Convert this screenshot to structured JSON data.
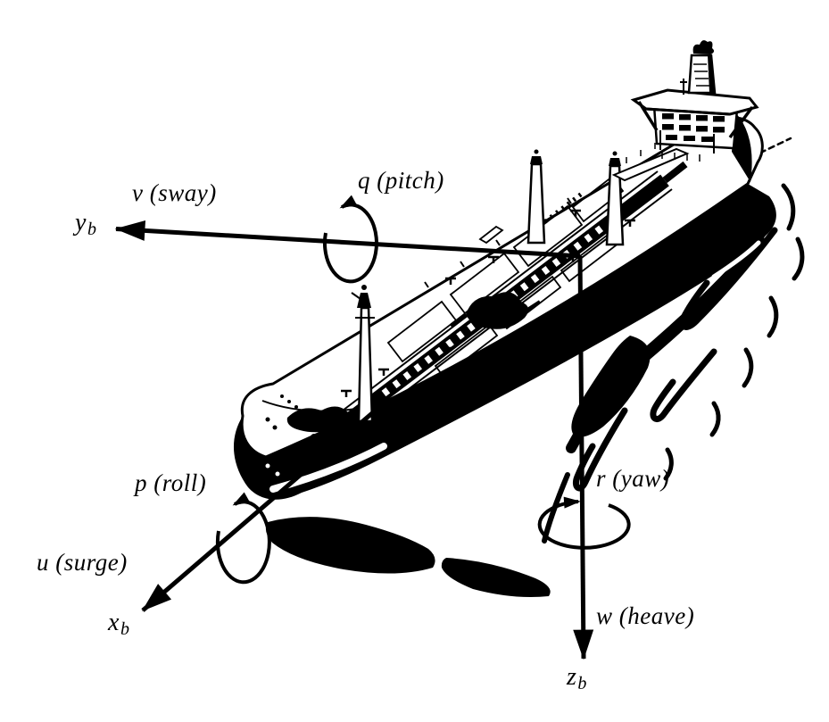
{
  "figure": {
    "type": "ship-body-axes-6dof-diagram",
    "colors": {
      "ink": "#000000",
      "paper": "#ffffff"
    }
  },
  "labels": {
    "sway": "v (sway)",
    "pitch": "q (pitch)",
    "roll": "p (roll)",
    "surge": "u (surge)",
    "yaw": "r (yaw)",
    "heave": "w (heave)"
  },
  "axes": {
    "x": {
      "base": "x",
      "sub": "b"
    },
    "y": {
      "base": "y",
      "sub": "b"
    },
    "z": {
      "base": "z",
      "sub": "b"
    }
  }
}
